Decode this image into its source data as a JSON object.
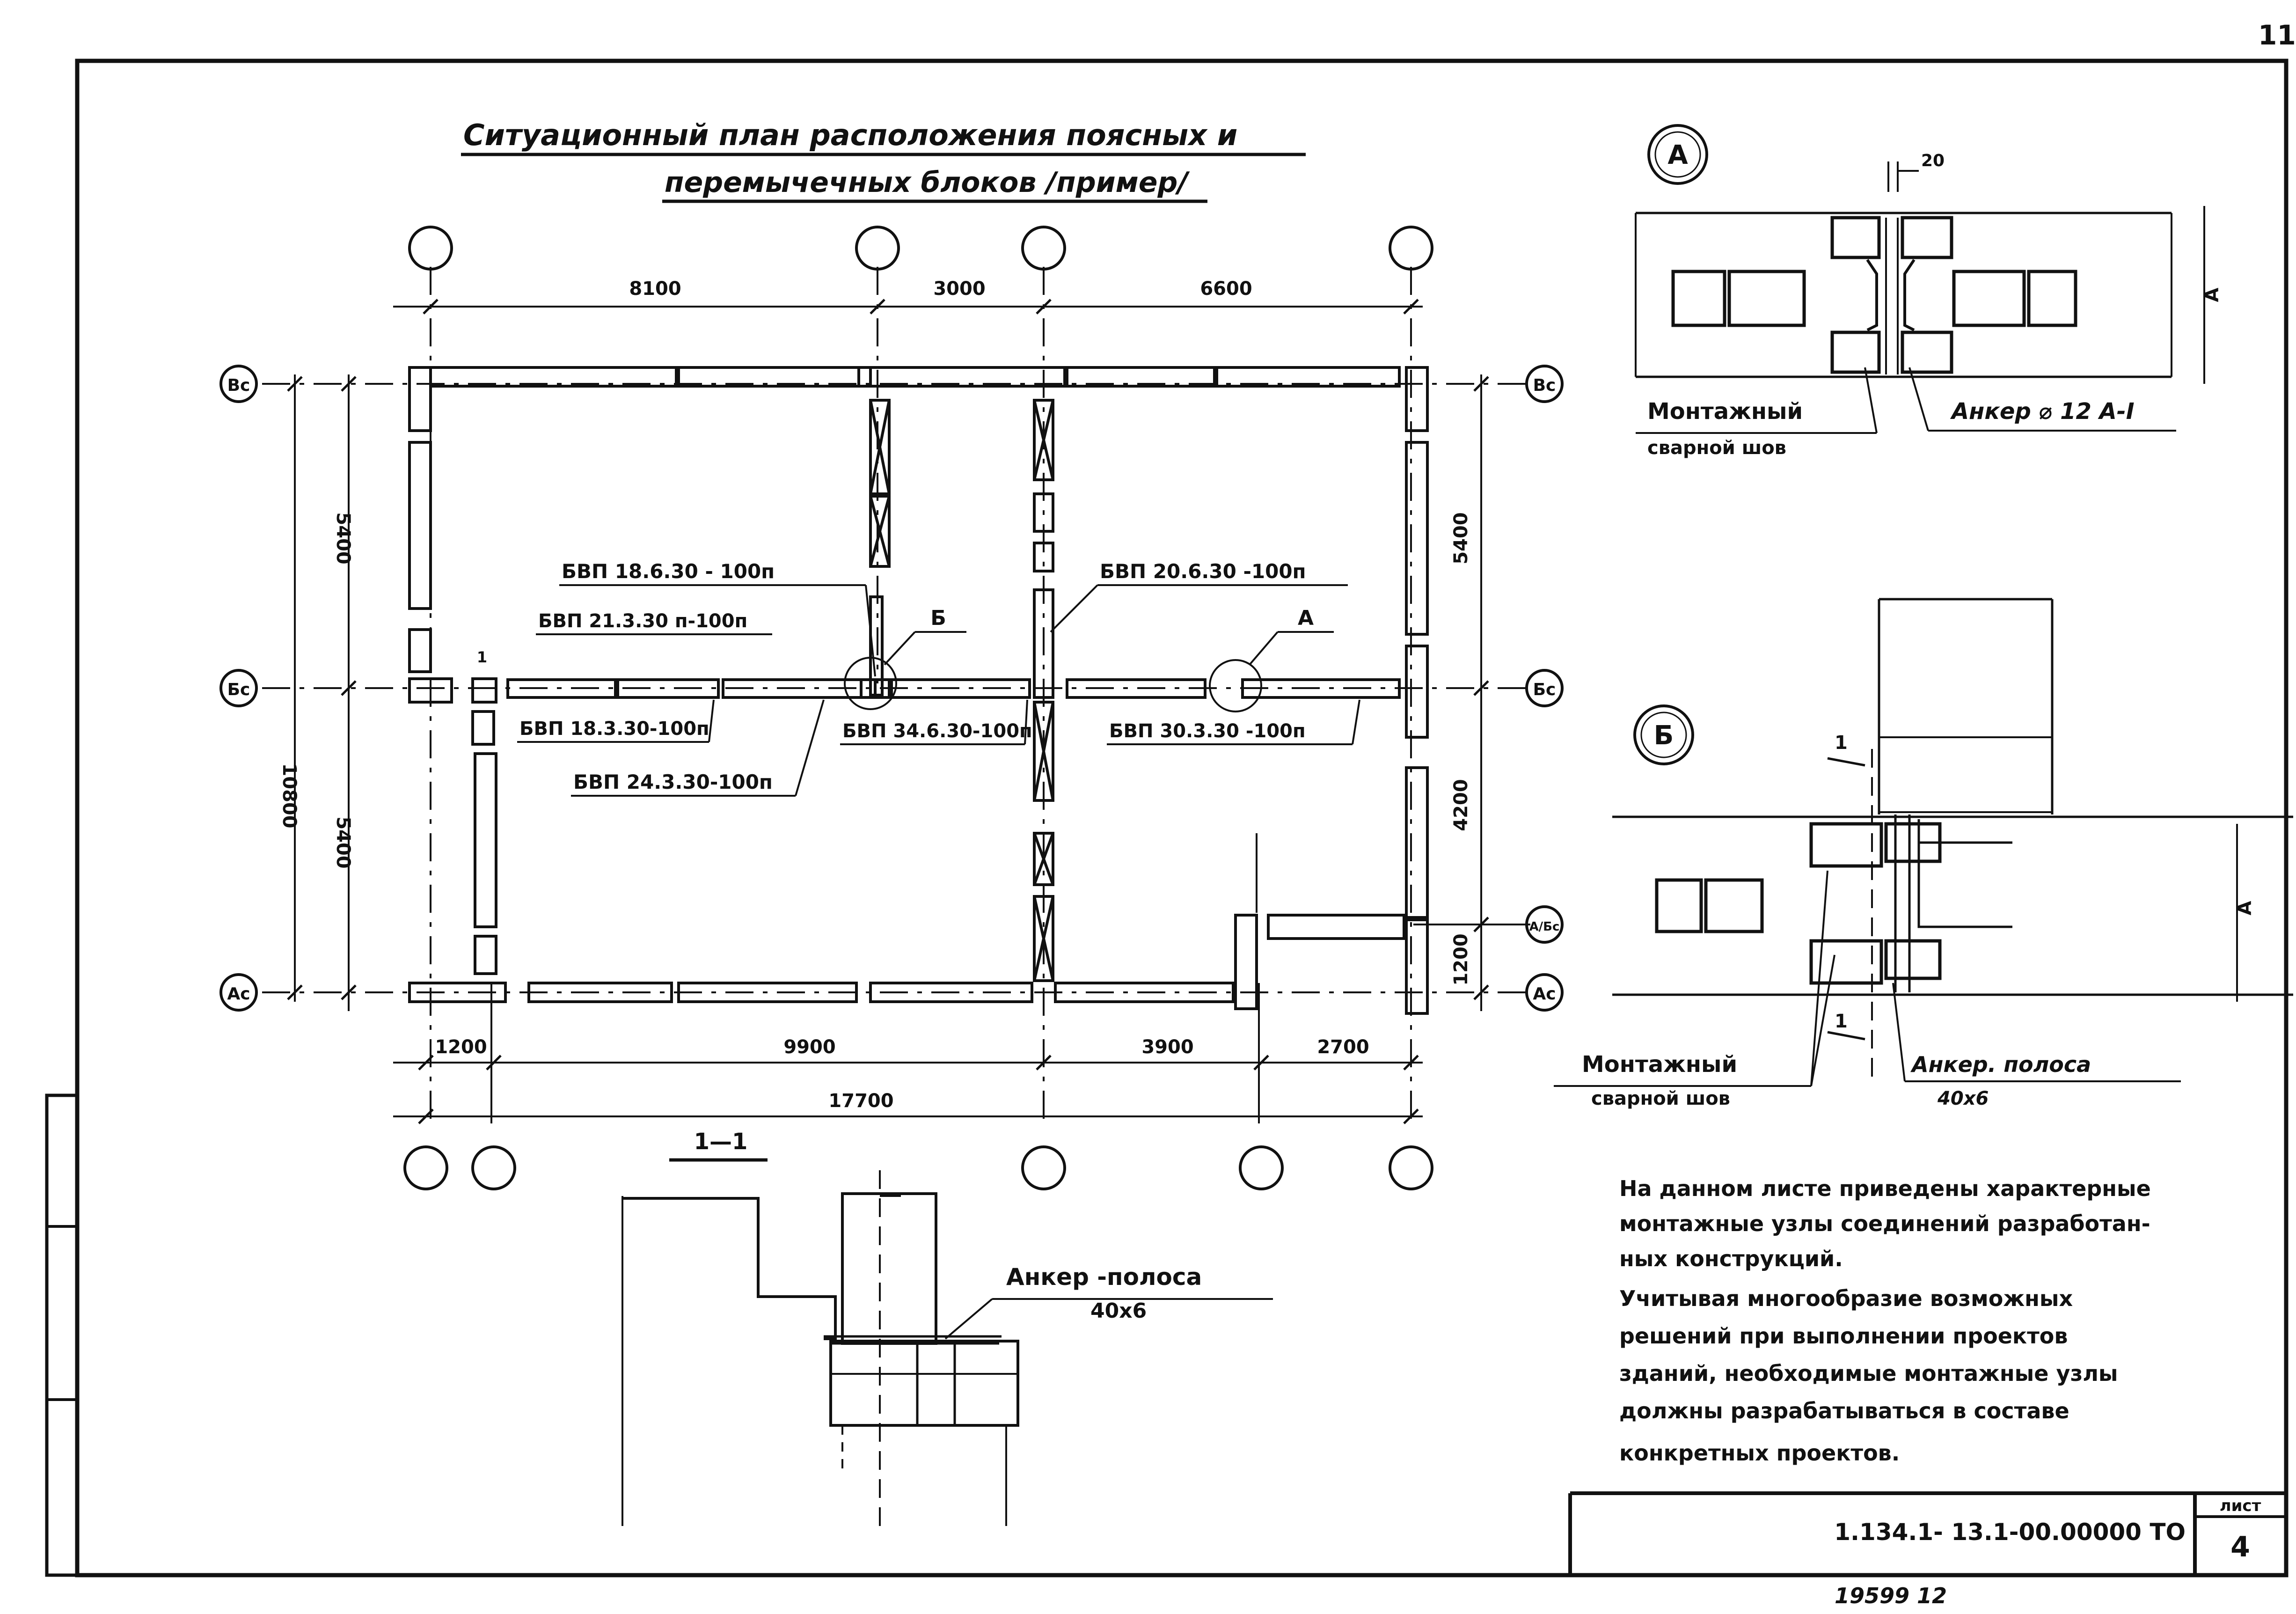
{
  "page_number": "11",
  "title": {
    "line1": "Ситуационный план расположения поясных и",
    "line2": "перемычечных блоков /пример/"
  },
  "top_axes": [
    "",
    "",
    "",
    ""
  ],
  "bottom_axes": [
    "",
    "",
    "",
    "",
    ""
  ],
  "row_axes": {
    "vs": "Вс",
    "bs": "Бс",
    "as": "Ас",
    "ab": "А/Бс"
  },
  "dims": {
    "top": [
      "8100",
      "3000",
      "6600"
    ],
    "left_outer": "10800",
    "left_inner": [
      "5400",
      "5400"
    ],
    "right": [
      "5400",
      "4200",
      "1200"
    ],
    "bottom": [
      "1200",
      "9900",
      "3900",
      "2700"
    ],
    "total": "17700"
  },
  "block_labels": {
    "b1": "БВП 18.6.30 - 100п",
    "b2": "БВП 21.3.30 п-100п",
    "b3": "БВП 18.3.30-100п",
    "b4": "БВП 24.3.30-100п",
    "b5": "БВП 34.6.30-100п",
    "b6": "БВП 20.6.30 -100п",
    "b7": "БВП 30.3.30 -100п",
    "tick": "1",
    "node_b": "Б",
    "node_a": "А"
  },
  "detail_a": {
    "circle": "А",
    "dim": "20",
    "side": "А",
    "label_weld_1": "Монтажный",
    "label_weld_2": "сварной шов",
    "label_anchor": "Анкер ⌀ 12 А-I"
  },
  "detail_b": {
    "circle": "Б",
    "side": "А",
    "cut": "1",
    "label_weld_1": "Монтажный",
    "label_weld_2": "сварной шов",
    "label_anchor_1": "Анкер. полоса",
    "label_anchor_2": "40х6"
  },
  "section": {
    "title": "1—1",
    "label_anchor_1": "Анкер -полоса",
    "label_anchor_2": "40х6"
  },
  "notes": [
    "На данном листе приведены характерные",
    "монтажные узлы соединений разработан-",
    "ных конструкций.",
    "Учитывая многообразие возможных",
    "решений при выполнении проектов",
    "зданий, необходимые монтажные узлы",
    "должны разрабатываться в составе",
    "конкретных проектов."
  ],
  "stamp": {
    "code": "1.134.1- 13.1-00.00000 ТО",
    "sheet_label": "лист",
    "sheet_number": "4"
  },
  "footer_number": "19599 12"
}
